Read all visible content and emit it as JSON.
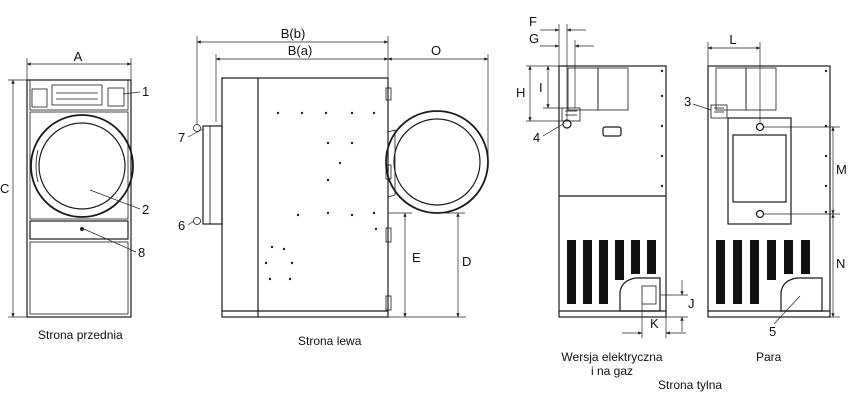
{
  "views": {
    "front": {
      "caption": "Strona przednia"
    },
    "left": {
      "caption": "Strona lewa"
    },
    "rear_electric": {
      "caption_line1": "Wersja elektryczna",
      "caption_line2": "i na gaz"
    },
    "rear_steam": {
      "caption": "Para"
    },
    "rear_group": {
      "caption": "Strona tylna"
    }
  },
  "dimensions": {
    "A": "A",
    "C": "C",
    "Bb": "B(b)",
    "Ba": "B(a)",
    "O": "O",
    "E": "E",
    "D": "D",
    "F": "F",
    "G": "G",
    "H": "H",
    "I": "I",
    "J": "J",
    "K": "K",
    "L": "L",
    "M": "M",
    "N": "N"
  },
  "callouts": {
    "c1": "1",
    "c2": "2",
    "c8": "8",
    "c7": "7",
    "c6": "6",
    "c4": "4",
    "c3": "3",
    "c5": "5"
  },
  "colors": {
    "line": "#1a1a1a",
    "background": "#ffffff"
  }
}
